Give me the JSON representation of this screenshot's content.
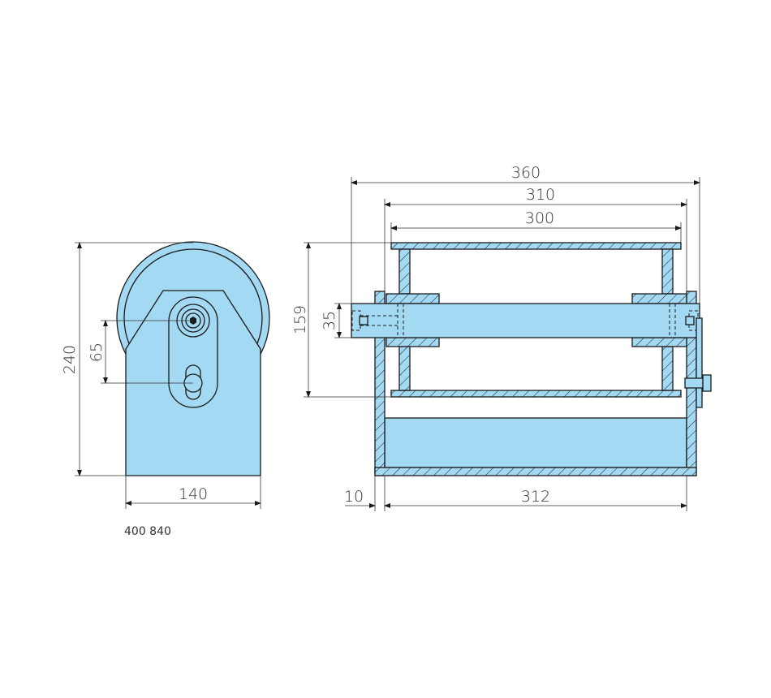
{
  "drawing": {
    "part_number": "400 840",
    "fill_color": "#a3d9f3",
    "line_color": "#1a1a1a",
    "side_view": {
      "dimensions": {
        "height": "240",
        "axle_offset": "65",
        "width": "140"
      }
    },
    "front_view": {
      "dimensions": {
        "overall_length": "360",
        "frame_length": "310",
        "drum_length": "300",
        "drum_diameter": "159",
        "shaft_diameter": "35",
        "wall_thickness": "10",
        "inner_length": "312"
      }
    }
  }
}
